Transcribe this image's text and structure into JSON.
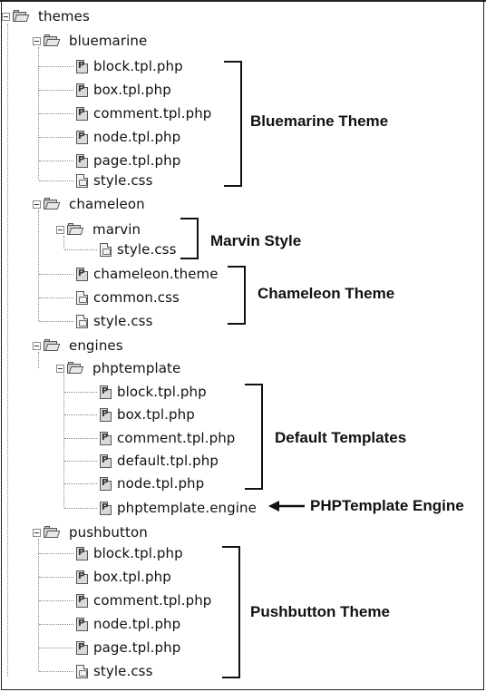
{
  "tree": {
    "root": "themes",
    "bluemarine": {
      "label": "bluemarine",
      "files": [
        "block.tpl.php",
        "box.tpl.php",
        "comment.tpl.php",
        "node.tpl.php",
        "page.tpl.php",
        "style.css"
      ]
    },
    "chameleon": {
      "label": "chameleon",
      "marvin": {
        "label": "marvin",
        "files": [
          "style.css"
        ]
      },
      "files": [
        "chameleon.theme",
        "common.css",
        "style.css"
      ]
    },
    "engines": {
      "label": "engines",
      "phptemplate": {
        "label": "phptemplate",
        "files": [
          "block.tpl.php",
          "box.tpl.php",
          "comment.tpl.php",
          "default.tpl.php",
          "node.tpl.php",
          "phptemplate.engine"
        ]
      }
    },
    "pushbutton": {
      "label": "pushbutton",
      "files": [
        "block.tpl.php",
        "box.tpl.php",
        "comment.tpl.php",
        "node.tpl.php",
        "page.tpl.php",
        "style.css"
      ]
    }
  },
  "annotations": {
    "bluemarine_theme": "Bluemarine Theme",
    "marvin_style": "Marvin Style",
    "chameleon_theme": "Chameleon Theme",
    "default_templates": "Default Templates",
    "phptemplate_engine": "PHPTemplate Engine",
    "pushbutton_theme": "Pushbutton Theme"
  },
  "colors": {
    "text": "#111111",
    "lines": "#888888",
    "frame": "#222222"
  }
}
